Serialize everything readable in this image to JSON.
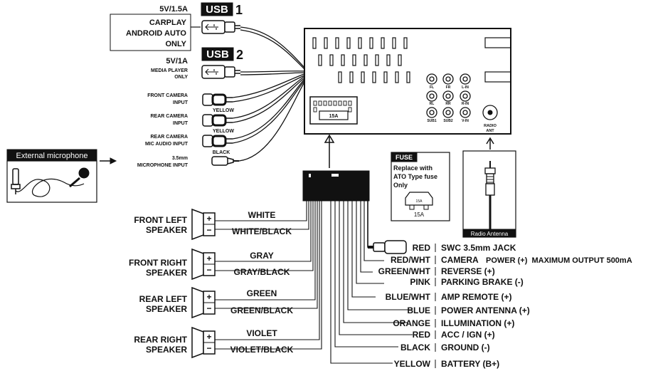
{
  "usb1": {
    "badge": "USB",
    "number": "1",
    "rating": "5V/1.5A",
    "desc": [
      "CARPLAY",
      "ANDROID AUTO",
      "ONLY"
    ]
  },
  "usb2": {
    "badge": "USB",
    "number": "2",
    "rating": "5V/1A",
    "desc": [
      "MEDIA PLAYER",
      "ONLY"
    ]
  },
  "inputs": [
    {
      "label": [
        "FRONT CAMERA",
        "INPUT"
      ],
      "color": ""
    },
    {
      "label": [
        "REAR CAMERA",
        "INPUT"
      ],
      "color": "YELLOW"
    },
    {
      "label": [
        "REAR CAMERA",
        "MIC AUDIO INPUT"
      ],
      "color": "YELLOW"
    },
    {
      "label": [
        "3.5mm",
        "MICROPHONE INPUT"
      ],
      "color": "BLACK"
    }
  ],
  "mic_panel_title": "External microphone",
  "head_unit": {
    "rca": [
      "FL",
      "FR",
      "L-IN",
      "RL",
      "RR",
      "R-IN",
      "SUB1",
      "SUB2",
      "V-IN"
    ],
    "antenna": [
      "RADIO",
      "ANT"
    ],
    "fuse_rating": "15A"
  },
  "fuse_box": {
    "title": "FUSE",
    "text": [
      "Replace with",
      "ATO Type fuse",
      "Only"
    ],
    "fuse_label": "15A",
    "fuse_small": "15A"
  },
  "antenna_box": {
    "label": "Radio Antenna"
  },
  "speakers": [
    {
      "name": [
        "FRONT LEFT",
        "SPEAKER"
      ],
      "pos": "WHITE",
      "neg": "WHITE/BLACK"
    },
    {
      "name": [
        "FRONT RIGHT",
        "SPEAKER"
      ],
      "pos": "GRAY",
      "neg": "GRAY/BLACK"
    },
    {
      "name": [
        "REAR LEFT",
        "SPEAKER"
      ],
      "pos": "GREEN",
      "neg": "GREEN/BLACK"
    },
    {
      "name": [
        "REAR RIGHT",
        "SPEAKER"
      ],
      "pos": "VIOLET",
      "neg": "VIOLET/BLACK"
    }
  ],
  "terminal_plus": "+",
  "terminal_minus": "−",
  "wires": [
    {
      "color": "RED",
      "func": "SWC 3.5mm JACK"
    },
    {
      "color": "RED/WHT",
      "func": "CAMERA",
      "extra": "POWER (+)  MAXIMUM OUTPUT 500mA"
    },
    {
      "color": "GREEN/WHT",
      "func": "REVERSE (+)"
    },
    {
      "color": "PINK",
      "func": "PARKING BRAKE (-)"
    },
    {
      "color": "BLUE/WHT",
      "func": "AMP REMOTE (+)"
    },
    {
      "color": "BLUE",
      "func": "POWER ANTENNA (+)"
    },
    {
      "color": "ORANGE",
      "func": "ILLUMINATION (+)"
    },
    {
      "color": "RED",
      "func": "ACC / IGN (+)"
    },
    {
      "color": "BLACK",
      "func": "GROUND (-)"
    },
    {
      "color": "YELLOW",
      "func": "BATTERY (B+)"
    }
  ]
}
